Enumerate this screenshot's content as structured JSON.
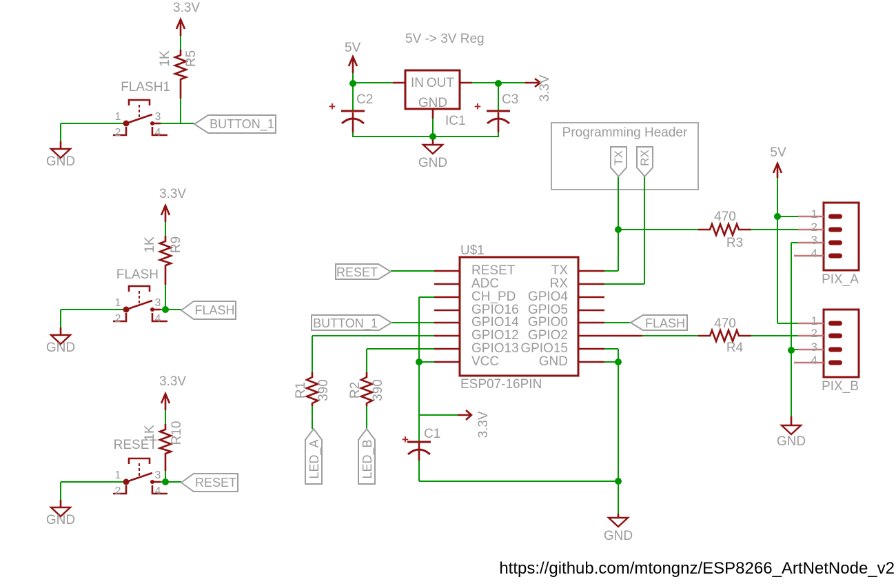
{
  "colors": {
    "wire_green": "#009600",
    "symbol_red": "#8f1111",
    "pin_light_red": "#c17676",
    "label_gray": "#9a9a9a",
    "url_black": "#000000"
  },
  "left_circuits": [
    {
      "rail": "3.3V",
      "res_value": "1K",
      "res_name": "R5",
      "switch_label": "FLASH1",
      "flag": "BUTTON_1",
      "gnd": "GND"
    },
    {
      "rail": "3.3V",
      "res_value": "1K",
      "res_name": "R9",
      "switch_label": "FLASH",
      "flag": "FLASH",
      "gnd": "GND"
    },
    {
      "rail": "3.3V",
      "res_value": "1K",
      "res_name": "R10",
      "switch_label": "RESET",
      "flag": "RESET",
      "gnd": "GND"
    }
  ],
  "switch_pins": [
    "1",
    "2",
    "3",
    "4"
  ],
  "regulator": {
    "title": "5V -> 3V Reg",
    "supply": "5V",
    "pin_in": "IN",
    "pin_out": "OUT",
    "pin_gnd": "GND",
    "ref": "IC1",
    "cap_left": "C2",
    "cap_right": "C3",
    "plus": "+",
    "out_rail": "3.3V",
    "gnd": "GND"
  },
  "prog_header": {
    "title": "Programming Header",
    "tx": "TX",
    "rx": "RX"
  },
  "ic": {
    "ref": "U$1",
    "part": "ESP07-16PIN",
    "left_pins": [
      "RESET",
      "ADC",
      "CH_PD",
      "GPIO16",
      "GPIO14",
      "GPIO12",
      "GPIO13",
      "VCC"
    ],
    "right_pins": [
      "TX",
      "RX",
      "GPIO4",
      "GPIO5",
      "GPIO0",
      "GPIO2",
      "GPIO15",
      "GND"
    ]
  },
  "net_flags": {
    "reset": "RESET",
    "button_1": "BUTTON_1",
    "flash": "FLASH",
    "led_a": "LED_A",
    "led_b": "LED_B"
  },
  "resistors": {
    "r1": {
      "name": "R1",
      "value": "390"
    },
    "r2": {
      "name": "R2",
      "value": "390"
    },
    "r3": {
      "name": "R3",
      "value": "470"
    },
    "r4": {
      "name": "R4",
      "value": "470"
    }
  },
  "capacitors": {
    "c1": {
      "name": "C1",
      "plus": "+"
    }
  },
  "power": {
    "v5": "5V",
    "v33": "3.3V",
    "gnd": "GND"
  },
  "connectors": {
    "pix_a": {
      "name": "PIX_A",
      "pins": [
        "1",
        "2",
        "3",
        "4"
      ]
    },
    "pix_b": {
      "name": "PIX_B",
      "pins": [
        "1",
        "2",
        "3",
        "4"
      ]
    }
  },
  "footer": {
    "url": "https://github.com/mtongnz/ESP8266_ArtNetNode_v2"
  }
}
